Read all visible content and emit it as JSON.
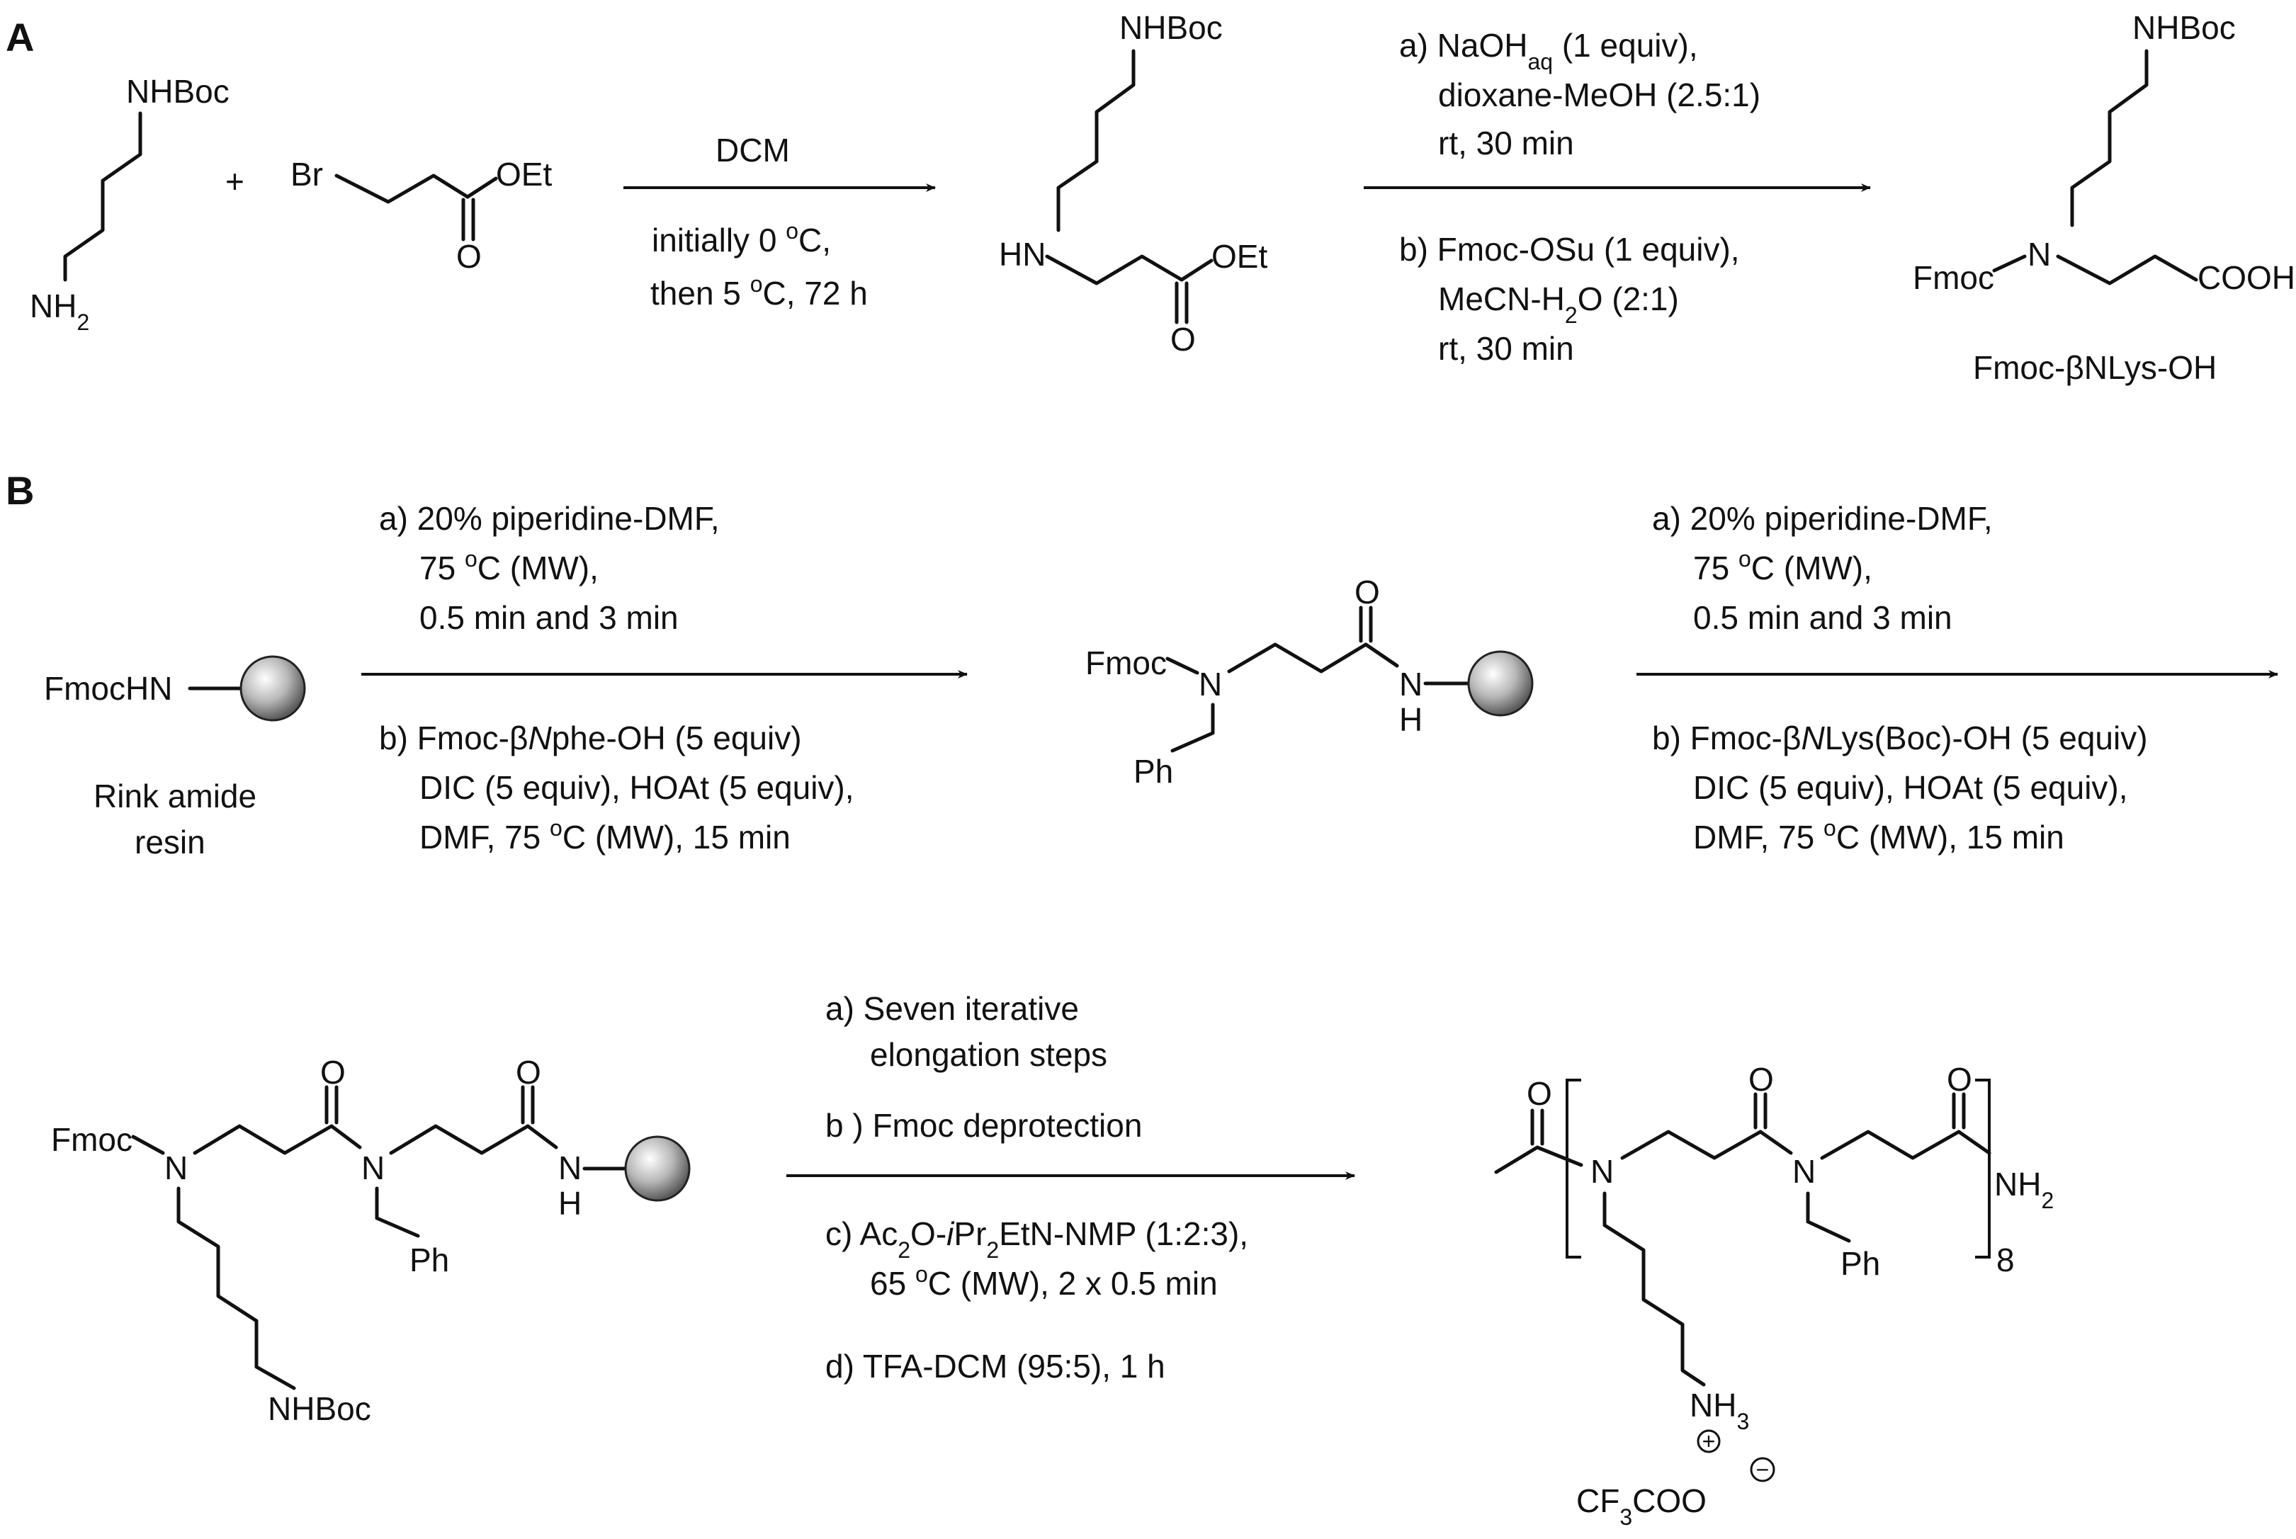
{
  "panel_a": {
    "label": "A",
    "reactant1": {
      "top": "NHBoc",
      "bottom": "NH",
      "bottom_sub": "2"
    },
    "plus": "+",
    "reactant2": {
      "br": "Br",
      "oet": "OEt",
      "o": "O"
    },
    "arrow1": {
      "above": "DCM",
      "below": [
        "initially 0 ",
        "then 5 "
      ],
      "deg": "o",
      "after": [
        "C,",
        "C, 72 h"
      ]
    },
    "intermediate": {
      "top": "NHBoc",
      "hn": "HN",
      "oet": "OEt",
      "o": "O"
    },
    "arrow2": {
      "a_line1_pre": "a) NaOH",
      "a_line1_sub": "aq",
      "a_line1_post": " (1 equiv),",
      "a_line2": "dioxane-MeOH (2.5:1)",
      "a_line3": "rt, 30 min",
      "b_line1": "b) Fmoc-OSu (1 equiv),",
      "b_line2_pre": "MeCN-H",
      "b_line2_sub": "2",
      "b_line2_post": "O (2:1)",
      "b_line3": "rt, 30 min"
    },
    "product": {
      "top": "NHBoc",
      "fmoc": "Fmoc",
      "n": "N",
      "cooh": "COOH",
      "name": "Fmoc-βNLys-OH"
    }
  },
  "panel_b": {
    "label": "B",
    "resin": {
      "fmochn": "FmocHN",
      "name_line1": "Rink amide",
      "name_line2": "resin"
    },
    "arrow1": {
      "a1": "a) 20% piperidine-DMF,",
      "a2_pre": "75 ",
      "a2_deg": "o",
      "a2_post": "C (MW),",
      "a3": "0.5 min and 3 min",
      "b1_pre": "b) Fmoc-β",
      "b1_ital": "N",
      "b1_post": "phe-OH (5 equiv)",
      "b2": "DIC (5 equiv), HOAt (5 equiv),",
      "b3_pre": "DMF, 75 ",
      "b3_deg": "o",
      "b3_post": "C (MW), 15 min"
    },
    "intermediate1": {
      "fmoc": "Fmoc",
      "n": "N",
      "o": "O",
      "nh": "N",
      "h": "H",
      "ph": "Ph"
    },
    "arrow2": {
      "a1": "a) 20% piperidine-DMF,",
      "a2_pre": "75 ",
      "a2_deg": "o",
      "a2_post": "C (MW),",
      "a3": "0.5 min and 3 min",
      "b1_pre": "b) Fmoc-β",
      "b1_ital": "N",
      "b1_post": "Lys(Boc)-OH (5 equiv)",
      "b2": "DIC (5 equiv), HOAt (5 equiv),",
      "b3_pre": "DMF, 75 ",
      "b3_deg": "o",
      "b3_post": "C (MW), 15 min"
    },
    "intermediate2": {
      "fmoc": "Fmoc",
      "n1": "N",
      "n2": "N",
      "o1": "O",
      "o2": "O",
      "nh": "N",
      "h": "H",
      "ph": "Ph",
      "nhboc": "NHBoc"
    },
    "arrow3": {
      "a1": "a) Seven iterative",
      "a2": "elongation steps",
      "b1": "b ) Fmoc deprotection",
      "c1_pre": "c) Ac",
      "c1_sub1": "2",
      "c1_mid1": "O-",
      "c1_ital": "i",
      "c1_mid2": "Pr",
      "c1_sub2": "2",
      "c1_post": "EtN-NMP (1:2:3),",
      "c2_pre": "65 ",
      "c2_deg": "o",
      "c2_post": "C (MW), 2 x 0.5 min",
      "d1": "d)  TFA-DCM (95:5), 1 h"
    },
    "product": {
      "o_acetyl": "O",
      "n1": "N",
      "n2": "N",
      "o1": "O",
      "o2": "O",
      "nh2": "NH",
      "nh2_sub": "2",
      "repeat": "8",
      "ph": "Ph",
      "nh3": "NH",
      "nh3_sub": "3",
      "plus": "+",
      "minus": "−",
      "cf3coo_pre": "CF",
      "cf3coo_sub": "3",
      "cf3coo_post": "COO"
    }
  }
}
